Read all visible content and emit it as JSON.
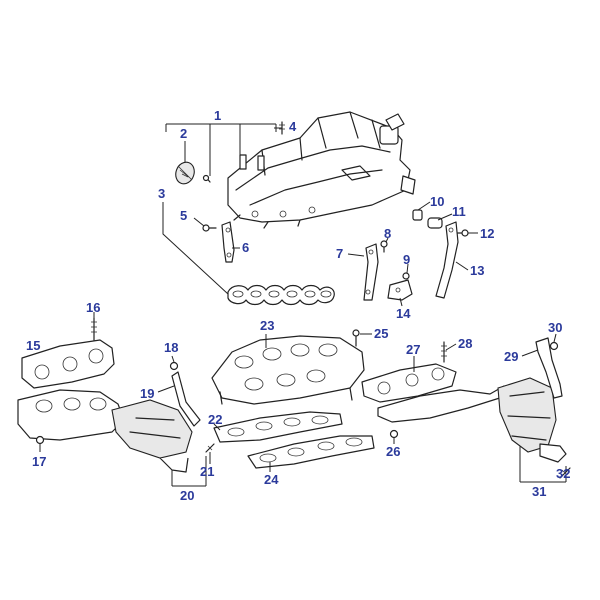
{
  "diagram": {
    "accent_color": "#2b3a9b",
    "callouts": [
      {
        "id": "c1",
        "label": "1"
      },
      {
        "id": "c2",
        "label": "2"
      },
      {
        "id": "c3",
        "label": "3"
      },
      {
        "id": "c4",
        "label": "4"
      },
      {
        "id": "c5",
        "label": "5"
      },
      {
        "id": "c6",
        "label": "6"
      },
      {
        "id": "c7",
        "label": "7"
      },
      {
        "id": "c8",
        "label": "8"
      },
      {
        "id": "c9",
        "label": "9"
      },
      {
        "id": "c10",
        "label": "10"
      },
      {
        "id": "c11",
        "label": "11"
      },
      {
        "id": "c12",
        "label": "12"
      },
      {
        "id": "c13",
        "label": "13"
      },
      {
        "id": "c14",
        "label": "14"
      },
      {
        "id": "c15",
        "label": "15"
      },
      {
        "id": "c16",
        "label": "16"
      },
      {
        "id": "c17",
        "label": "17"
      },
      {
        "id": "c18",
        "label": "18"
      },
      {
        "id": "c19",
        "label": "19"
      },
      {
        "id": "c20",
        "label": "20"
      },
      {
        "id": "c21",
        "label": "21"
      },
      {
        "id": "c22",
        "label": "22"
      },
      {
        "id": "c23",
        "label": "23"
      },
      {
        "id": "c24",
        "label": "24"
      },
      {
        "id": "c25",
        "label": "25"
      },
      {
        "id": "c26",
        "label": "26"
      },
      {
        "id": "c27",
        "label": "27"
      },
      {
        "id": "c28",
        "label": "28"
      },
      {
        "id": "c29",
        "label": "29"
      },
      {
        "id": "c30",
        "label": "30"
      },
      {
        "id": "c31",
        "label": "31"
      },
      {
        "id": "c32",
        "label": "32"
      }
    ]
  }
}
